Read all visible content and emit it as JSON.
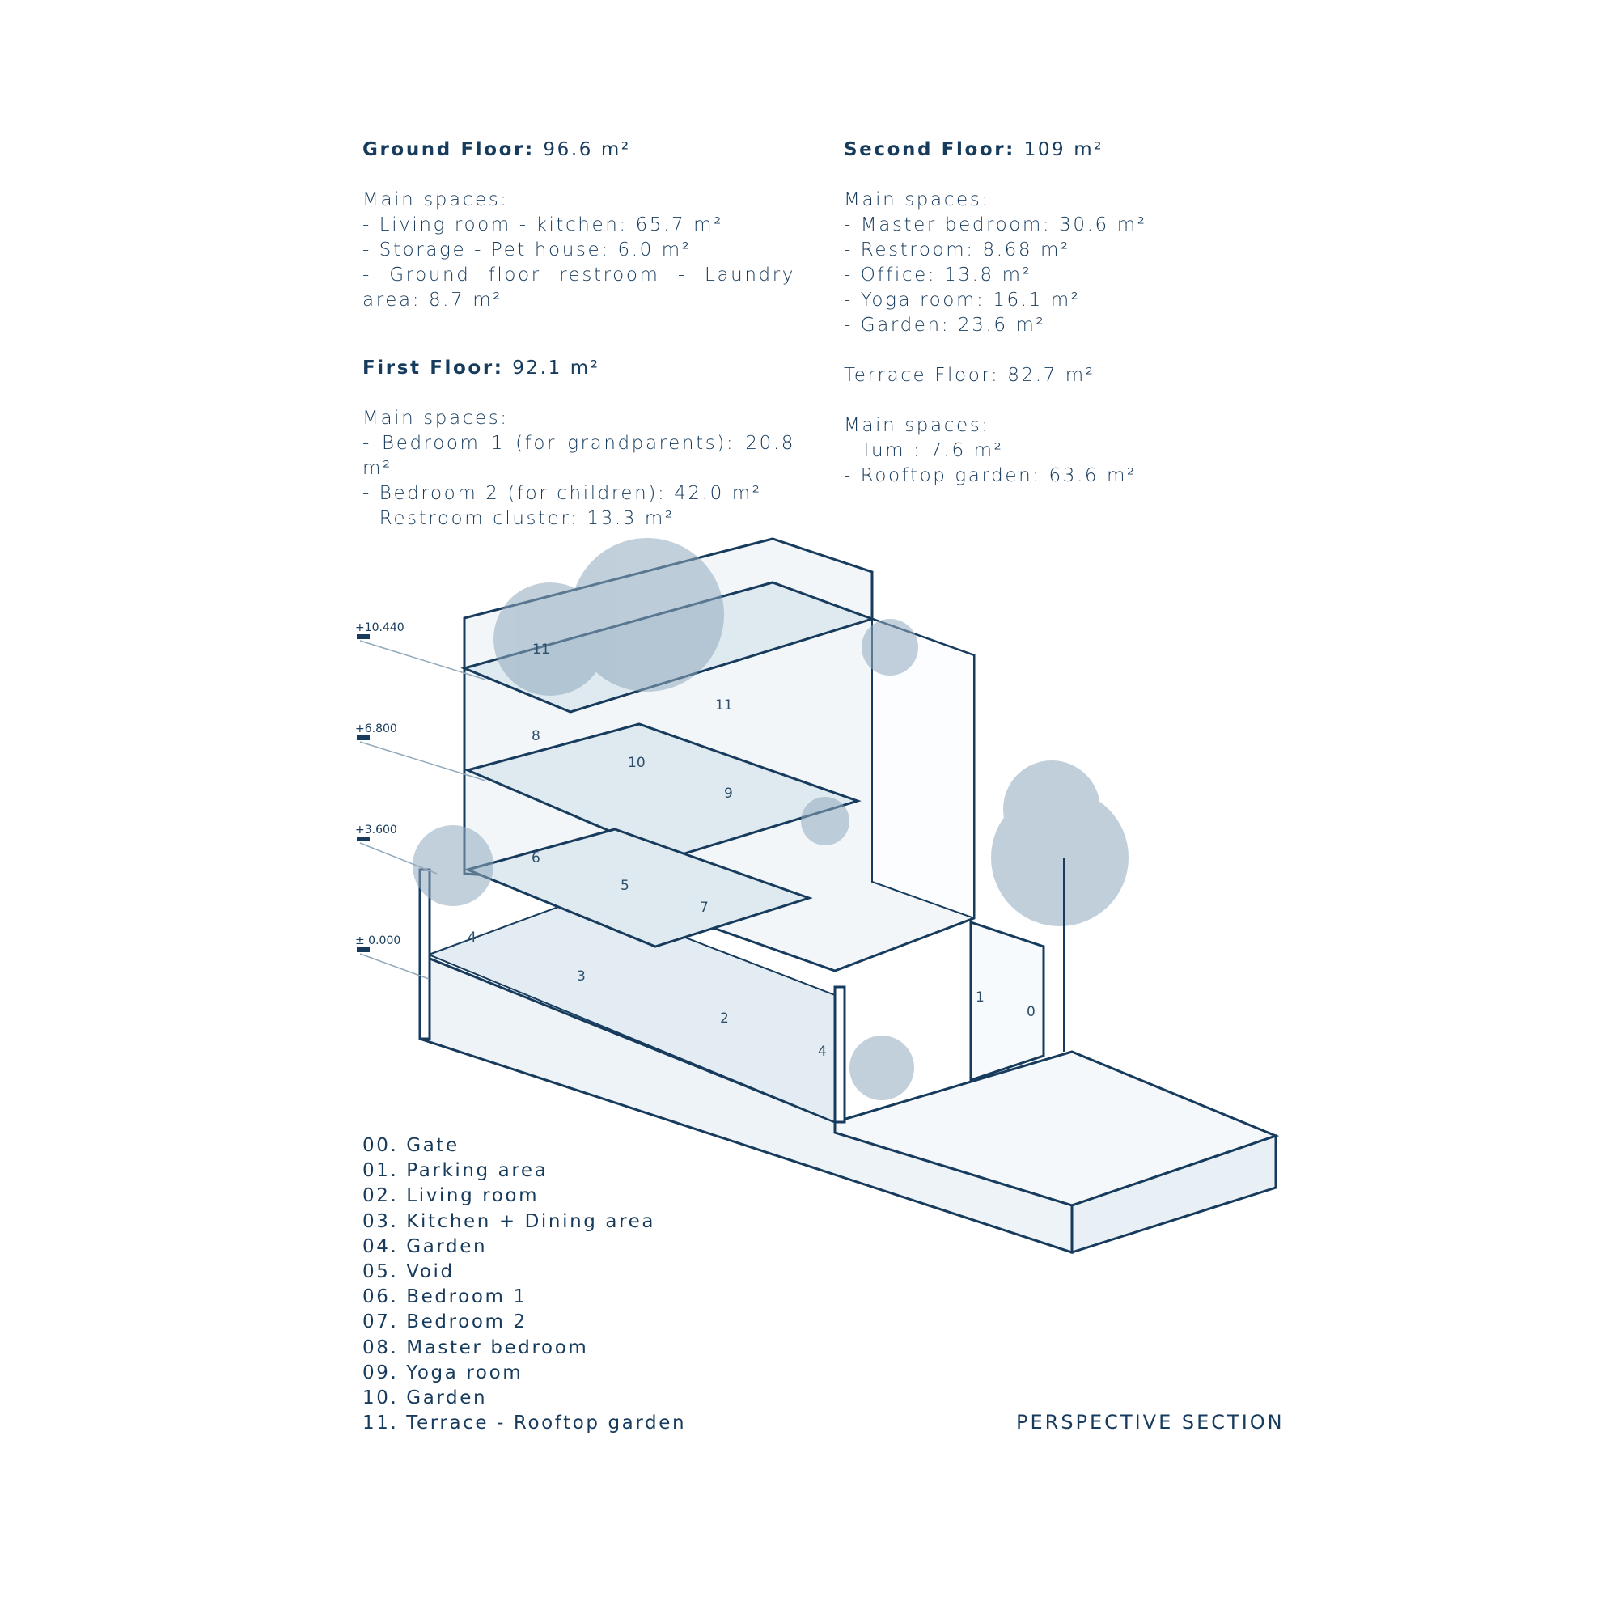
{
  "ground_floor": {
    "title": "Ground Floor:",
    "area": "96.6 m²",
    "main_label": "Main spaces:",
    "items": [
      "- Living room - kitchen: 65.7 m²",
      "- Storage - Pet house: 6.0 m²",
      "- Ground floor restroom - Laundry area: 8.7 m²"
    ]
  },
  "first_floor": {
    "title": "First Floor:",
    "area": "92.1 m²",
    "main_label": "Main spaces:",
    "items": [
      "- Bedroom 1 (for grandparents): 20.8 m²",
      "- Bedroom 2 (for children): 42.0 m²",
      "- Restroom cluster: 13.3 m²"
    ]
  },
  "second_floor": {
    "title": "Second Floor:",
    "area": "109 m²",
    "main_label": "Main spaces:",
    "items": [
      "- Master bedroom: 30.6 m²",
      "- Restroom: 8.68 m²",
      "- Office: 13.8 m²",
      "- Yoga room: 16.1 m²",
      "- Garden: 23.6 m²"
    ]
  },
  "terrace_floor": {
    "title": "Terrace Floor: 82.7 m²",
    "main_label": "Main spaces:",
    "items": [
      "- Tum : 7.6 m²",
      "- Rooftop garden: 63.6 m²"
    ]
  },
  "levels": [
    "+10.440",
    "+6.800",
    "+3.600",
    "± 0.000"
  ],
  "room_numbers": [
    "11",
    "11",
    "8",
    "10",
    "9",
    "6",
    "5",
    "7",
    "4",
    "3",
    "2",
    "1",
    "0",
    "4"
  ],
  "legend": [
    "00. Gate",
    "01. Parking area",
    "02. Living room",
    "03. Kitchen + Dining area",
    "04. Garden",
    "05. Void",
    "06. Bedroom 1",
    "07. Bedroom 2",
    "08. Master bedroom",
    "09. Yoga room",
    "10. Garden",
    "11. Terrace - Rooftop garden"
  ],
  "drawing_title": "PERSPECTIVE SECTION",
  "colors": {
    "ink": "#173b5c",
    "tint": "#dfe9f0",
    "foliage": "#8fa9bd"
  }
}
